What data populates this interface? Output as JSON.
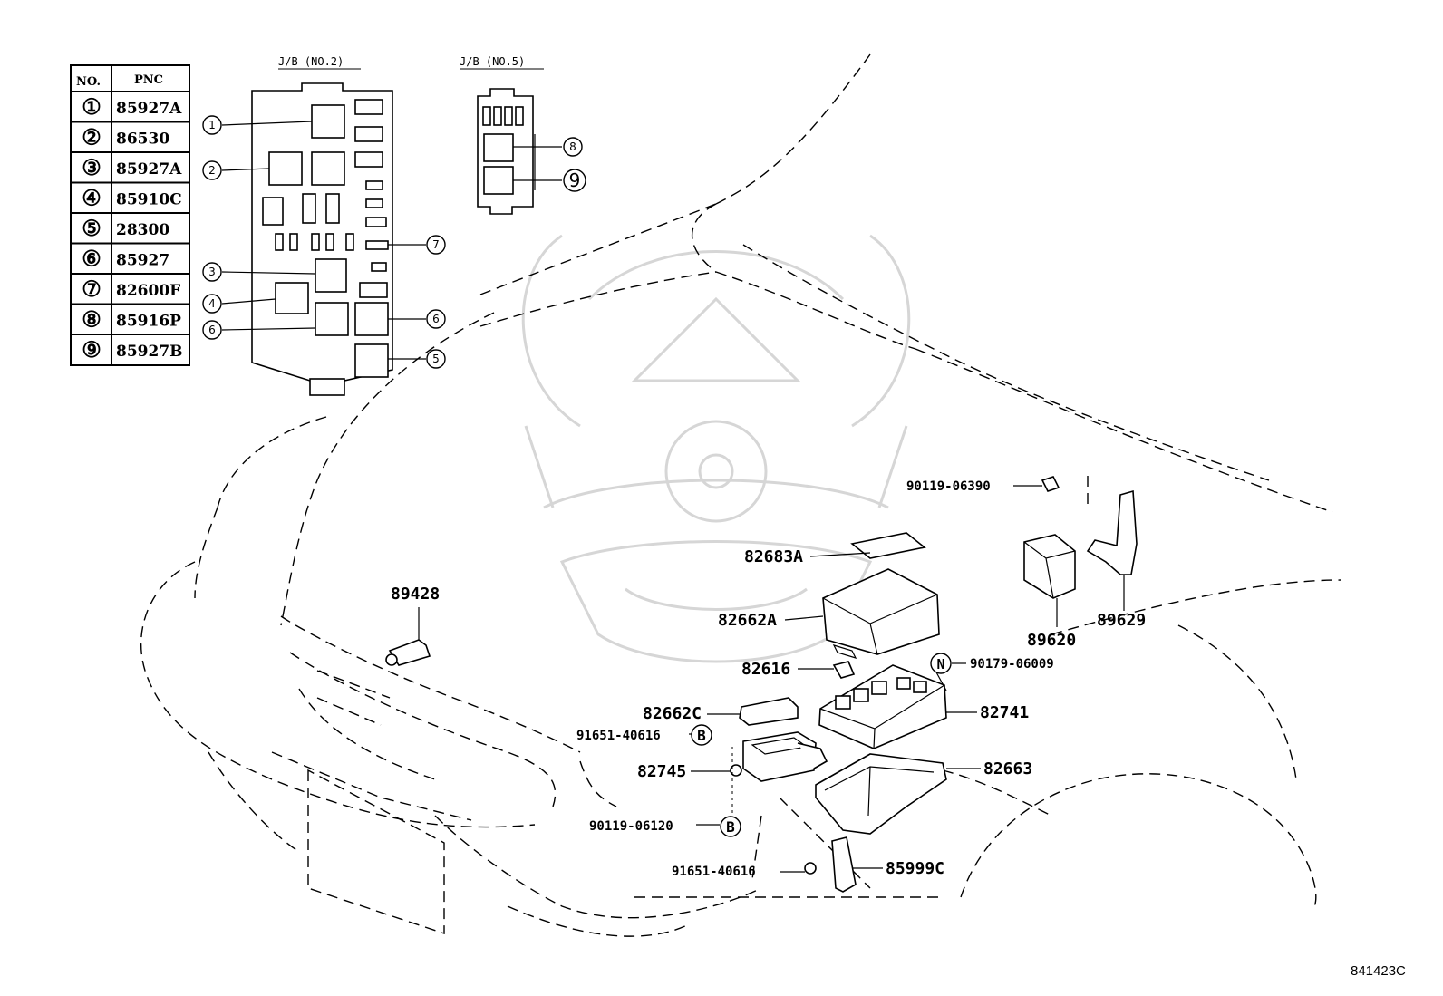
{
  "legend_table": {
    "headers": {
      "no": "NO.",
      "pnc": "PNC"
    },
    "rows": [
      {
        "no": "①",
        "pnc": "85927A"
      },
      {
        "no": "②",
        "pnc": "86530"
      },
      {
        "no": "③",
        "pnc": "85927A"
      },
      {
        "no": "④",
        "pnc": "85910C"
      },
      {
        "no": "⑤",
        "pnc": "28300"
      },
      {
        "no": "⑥",
        "pnc": "85927"
      },
      {
        "no": "⑦",
        "pnc": "82600F"
      },
      {
        "no": "⑧",
        "pnc": "85916P"
      },
      {
        "no": "⑨",
        "pnc": "85927B"
      }
    ]
  },
  "junction_blocks": {
    "jb2_title": "J/B (NO.2)",
    "jb5_title": "J/B (NO.5)",
    "callouts": [
      "1",
      "2",
      "3",
      "4",
      "6",
      "7",
      "8",
      "5",
      "6",
      "9"
    ]
  },
  "parts": {
    "p1": "90119-06390",
    "p2": "82683A",
    "p3": "89620",
    "p4": "89629",
    "p5": "89428",
    "p6": "82662A",
    "p7": "82616",
    "p8": "90179-06009",
    "p9": "82662C",
    "p10": "82741",
    "p11": "91651-40616",
    "p12": "82745",
    "p13": "82663",
    "p14": "90119-06120",
    "p15": "91651-40616",
    "p16": "85999C"
  },
  "markers": {
    "b1": "B",
    "b2": "B",
    "n": "N"
  },
  "figure_code": "841423C",
  "colors": {
    "ink": "#000000",
    "watermark": "#d6d6d6",
    "background": "#ffffff"
  }
}
